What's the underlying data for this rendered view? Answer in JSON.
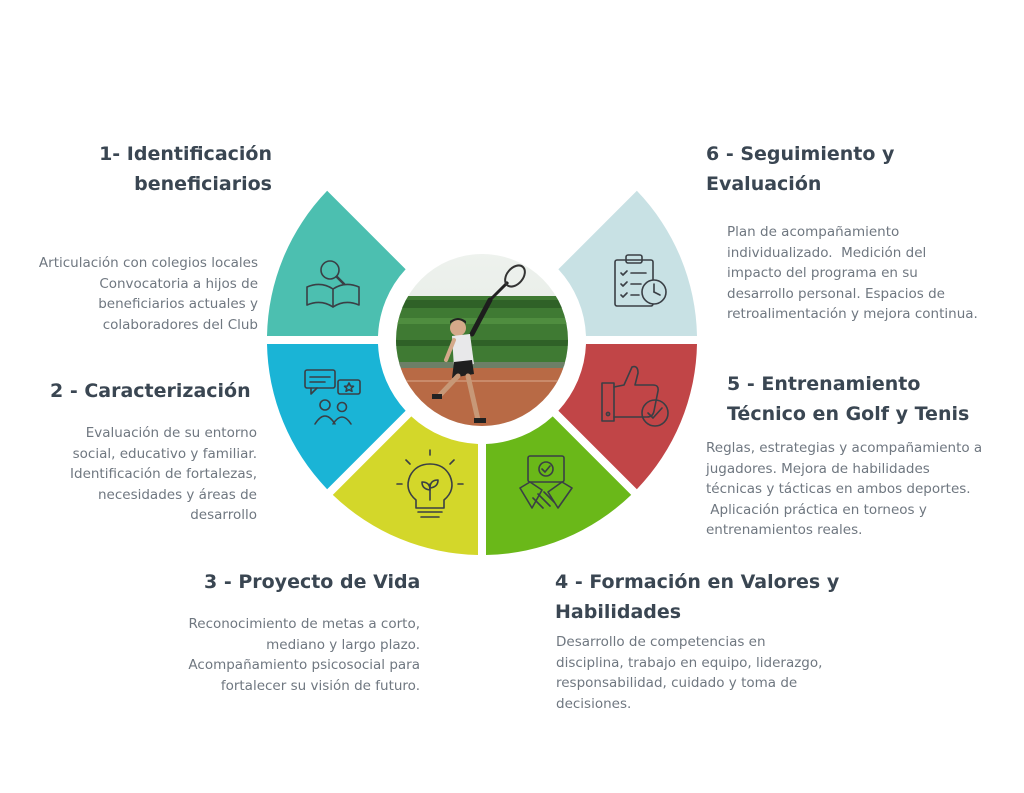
{
  "colors": {
    "teal": "#4cbfb0",
    "blue": "#1ab4d6",
    "lime": "#d3d72a",
    "green": "#6ab819",
    "red": "#c14547",
    "light_blue": "#c8e1e4",
    "heading": "#3a4652",
    "text": "#6f7780"
  },
  "segments": [
    {
      "id": 1,
      "heading": [
        "1- Identificación",
        "beneficiarios"
      ],
      "description": [
        "Articulación con colegios locales",
        "Convocatoria a hijos de",
        "beneficiarios actuales y",
        "colaboradores del Club"
      ],
      "icon": "book-magnifier-icon",
      "color": "#4cbfb0"
    },
    {
      "id": 2,
      "heading": [
        "2 - Caracterización"
      ],
      "description": [
        "Evaluación de su entorno",
        "social, educativo y familiar.",
        "Identificación de fortalezas,",
        "necesidades y áreas de",
        "desarrollo"
      ],
      "icon": "people-chat-icon",
      "color": "#1ab4d6"
    },
    {
      "id": 3,
      "heading": [
        "3 - Proyecto de Vida"
      ],
      "description": [
        "Reconocimiento de metas a corto,",
        "mediano y largo plazo.",
        "Acompañamiento psicosocial para",
        "fortalecer su visión de futuro."
      ],
      "icon": "lightbulb-plant-icon",
      "color": "#d3d72a"
    },
    {
      "id": 4,
      "heading": [
        "4 - Formación en Valores y",
        "Habilidades"
      ],
      "description": [
        "Desarrollo de competencias en",
        "disciplina, trabajo en equipo, liderazgo,",
        "responsabilidad, cuidado y toma de",
        "decisiones."
      ],
      "icon": "handshake-icon",
      "color": "#6ab819"
    },
    {
      "id": 5,
      "heading": [
        "5 - Entrenamiento",
        "Técnico en Golf y Tenis"
      ],
      "description": [
        "Reglas, estrategias y acompañamiento a",
        "jugadores. Mejora de habilidades",
        "técnicas y tácticas en ambos deportes.",
        " Aplicación práctica en torneos y",
        "entrenamientos reales."
      ],
      "icon": "thumbs-up-check-icon",
      "color": "#c14547"
    },
    {
      "id": 6,
      "heading": [
        "6 - Seguimiento y",
        "Evaluación"
      ],
      "description": [
        "Plan de acompañamiento",
        "individualizado.  Medición del",
        "impacto del programa en su",
        "desarrollo personal. Espacios de",
        "retroalimentación y mejora continua."
      ],
      "icon": "clipboard-clock-icon",
      "color": "#c8e1e4"
    }
  ],
  "center_photo": "tennis-player-photo"
}
